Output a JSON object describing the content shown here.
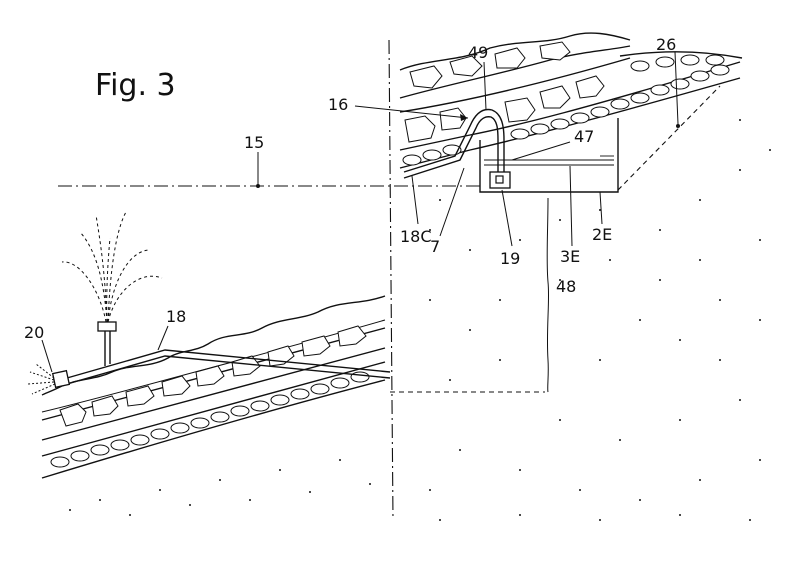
{
  "figure": {
    "title": "Fig. 3",
    "labels": {
      "l15": "15",
      "l16": "16",
      "l49": "49",
      "l26": "26",
      "l47": "47",
      "l18c": "18C",
      "l7": "7",
      "l19": "19",
      "l3e": "3E",
      "l2e": "2E",
      "l48": "48",
      "l18": "18",
      "l20": "20"
    }
  }
}
